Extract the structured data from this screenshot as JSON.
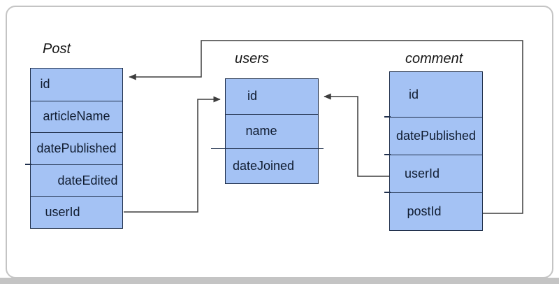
{
  "diagram": {
    "tables": [
      {
        "name": "Post",
        "fields": [
          "id",
          "articleName",
          "datePublished",
          "dateEdited",
          "userId"
        ]
      },
      {
        "name": "users",
        "fields": [
          "id",
          "name",
          "dateJoined"
        ]
      },
      {
        "name": "comment",
        "fields": [
          "id",
          "datePublished",
          "userId",
          "postId"
        ]
      }
    ],
    "relations": [
      {
        "from": "Post.userId",
        "to": "users.id"
      },
      {
        "from": "comment.userId",
        "to": "users.id"
      },
      {
        "from": "comment.postId",
        "to": "Post.id"
      }
    ],
    "colors": {
      "table_fill": "#a4c2f4",
      "table_border": "#20304c",
      "text": "#101c30",
      "connector": "#3d3d3d",
      "card_border": "#c4c4c4",
      "card_bg": "#ffffff"
    }
  }
}
